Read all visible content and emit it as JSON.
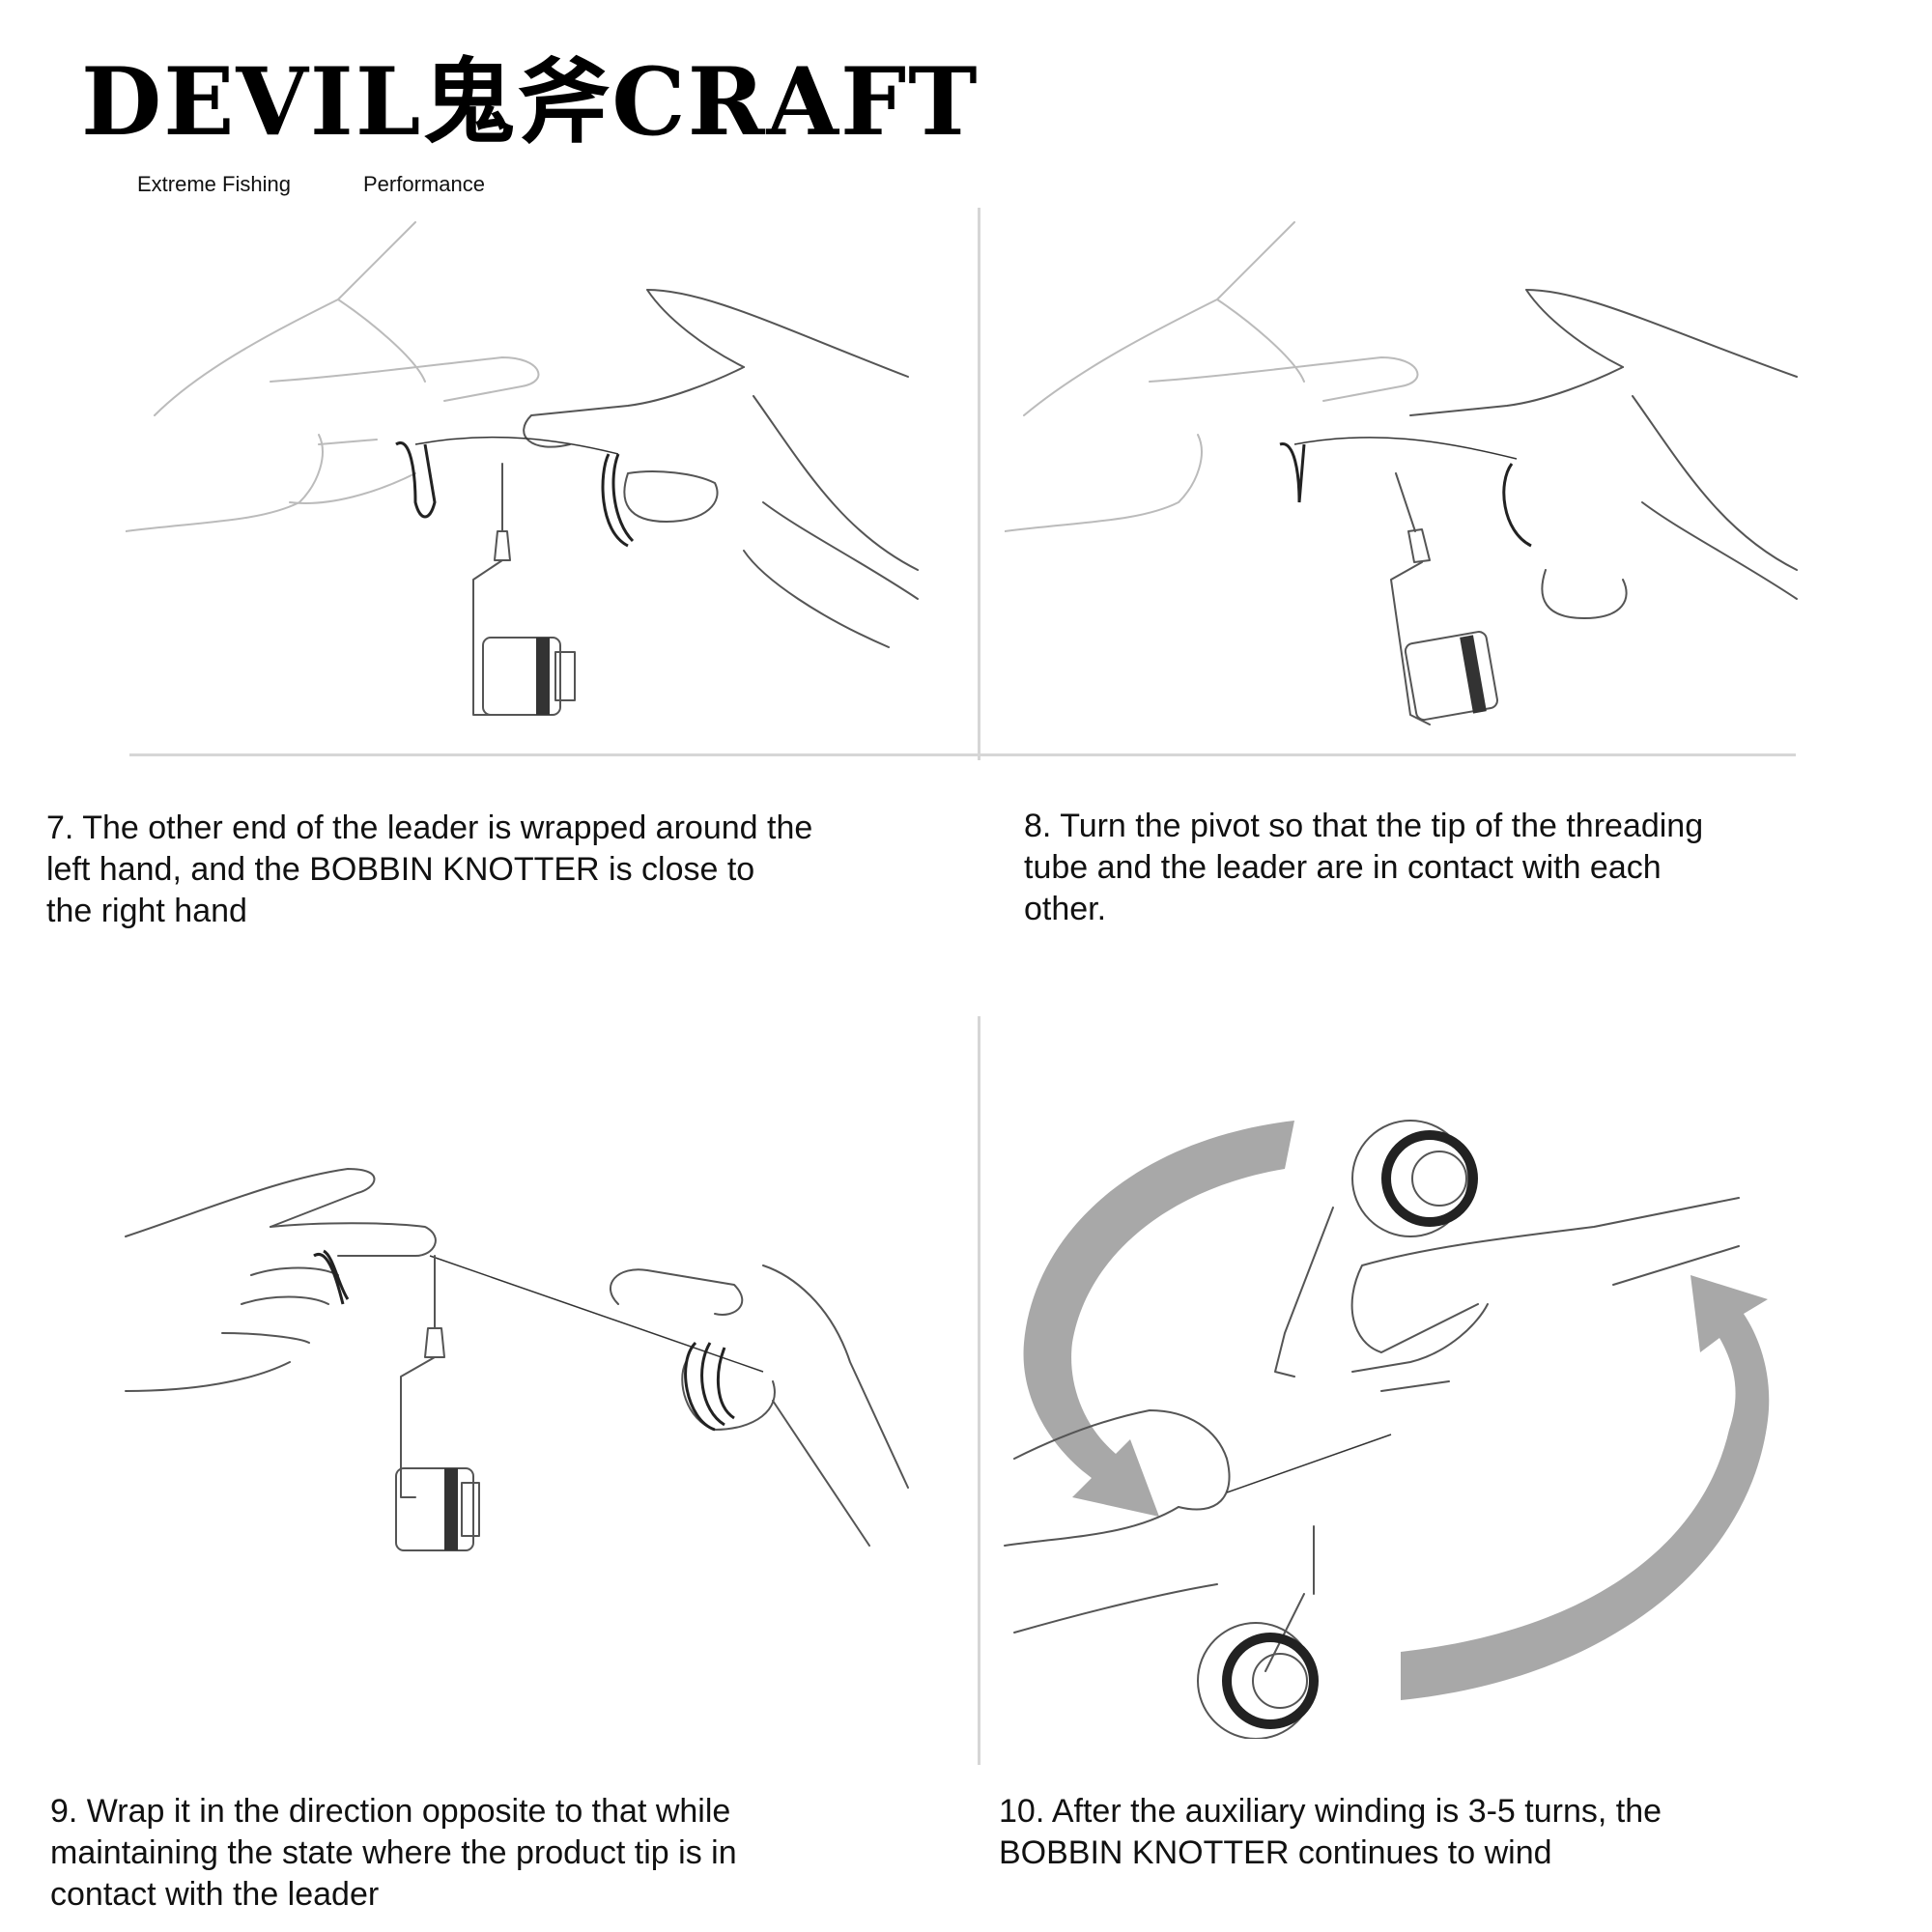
{
  "logo": {
    "title": "DEVIL鬼斧CRAFT",
    "tagline_left": "Extreme Fishing",
    "tagline_right": "Performance"
  },
  "steps": [
    {
      "id": "7",
      "lines": [
        "7. The other end of the leader is wrapped around  the",
        "left hand, and the BOBBIN KNOTTER is close to",
        "the right hand"
      ]
    },
    {
      "id": "8",
      "lines": [
        "8. Turn the pivot so that the tip of the threading",
        "tube and the leader are in contact with each",
        "other."
      ]
    },
    {
      "id": "9",
      "lines": [
        "9. Wrap it in the direction opposite to that while",
        "maintaining the state where the product tip is in",
        "contact with the leader"
      ]
    },
    {
      "id": "10",
      "lines": [
        "10. After the auxiliary winding is 3-5 turns, the",
        "BOBBIN KNOTTER continues to wind"
      ]
    }
  ],
  "colors": {
    "text": "#111111",
    "divider": "#d6d6d6",
    "arrow": "#a8a8a8",
    "background": "#ffffff"
  }
}
